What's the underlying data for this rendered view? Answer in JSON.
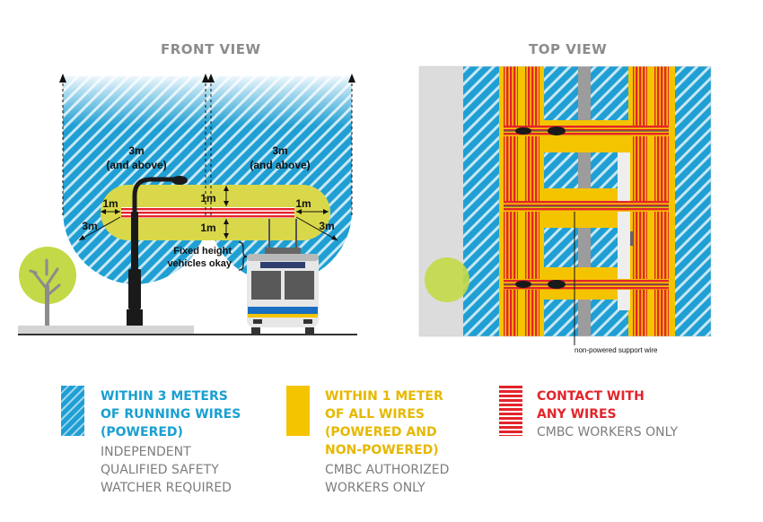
{
  "front_view": {
    "title": "FRONT VIEW",
    "label_3m_left": "3m",
    "label_and_above": "(and above)",
    "label_3m_right": "3m",
    "label_1m_left": "1m",
    "label_1m_top": "1m",
    "label_1m_bottom": "1m",
    "label_1m_right": "1m",
    "label_3m_side_left": "3m",
    "label_3m_side_right": "3m",
    "fixed_height_line1": "Fixed height",
    "fixed_height_line2": "vehicles okay"
  },
  "top_view": {
    "title": "TOP VIEW",
    "support_wire_label": "non-powered support wire"
  },
  "legend": [
    {
      "title_lines": [
        "WITHIN 3 METERS",
        "OF RUNNING WIRES",
        "(POWERED)"
      ],
      "body_lines": [
        "INDEPENDENT",
        "QUALIFIED SAFETY",
        "WATCHER REQUIRED"
      ],
      "color": "#1a9fd1"
    },
    {
      "title_lines": [
        "WITHIN 1 METER",
        "OF ALL WIRES",
        "(POWERED AND",
        "NON-POWERED)"
      ],
      "body_lines": [
        "CMBC AUTHORIZED",
        "WORKERS ONLY"
      ],
      "color": "#f5c400"
    },
    {
      "title_lines": [
        "CONTACT WITH",
        "ANY WIRES"
      ],
      "body_lines": [
        "CMBC WORKERS ONLY"
      ],
      "color": "#e3242b"
    }
  ],
  "colors": {
    "blue_zone": "#1a9fd1",
    "yellow_zone": "#f5c400",
    "red_contact": "#e3242b",
    "tree_green": "#c3d947"
  }
}
